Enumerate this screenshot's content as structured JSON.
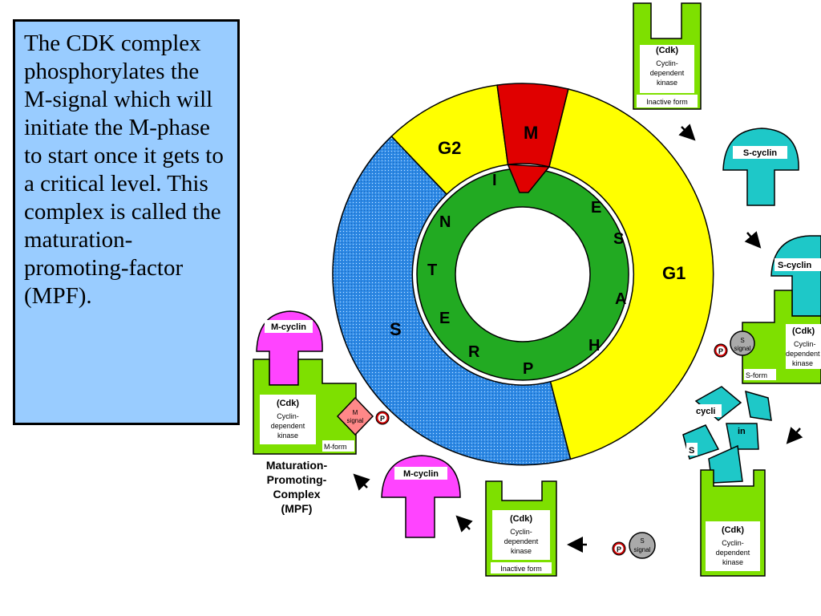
{
  "text_box": {
    "paragraph": "The CDK complex phosphorylates the M-signal which will initiate the M-phase to start once it gets to a critical level.  This complex is called the maturation-promoting-factor (MPF)."
  },
  "cycle": {
    "phases": {
      "g1": "G1",
      "g2": "G2",
      "m": "M",
      "s": "S"
    },
    "interphase_letters": [
      "I",
      "N",
      "T",
      "E",
      "R",
      "P",
      "H",
      "A",
      "S",
      "E"
    ]
  },
  "cdk": {
    "title": "(Cdk)",
    "line1": "Cyclin-",
    "line2": "dependent",
    "line3": "kinase",
    "inactive": "Inactive form",
    "s_form": "S-form",
    "m_form": "M-form"
  },
  "cyclins": {
    "s": "S-cyclin",
    "m": "M-cyclin",
    "fragment_1": "cycli",
    "fragment_2": "in",
    "fragment_3": "S"
  },
  "signals": {
    "s_top": "S",
    "s_bottom": "signal",
    "m_top": "M",
    "m_bottom": "signal",
    "phosphate": "P"
  },
  "mpf_label": {
    "line1": "Maturation-",
    "line2": "Promoting-",
    "line3": "Complex",
    "line4": "(MPF)"
  },
  "colors": {
    "text_box_bg": "#99ccff",
    "g1": "#ffff00",
    "g2": "#ffff00",
    "m_phase": "#e00000",
    "s_phase": "#2e8ae6",
    "interphase": "#22aa22",
    "cdk": "#7ee000",
    "s_cyclin": "#1ec8c8",
    "m_cyclin": "#ff44ff",
    "phosphate": "#cc0000"
  }
}
